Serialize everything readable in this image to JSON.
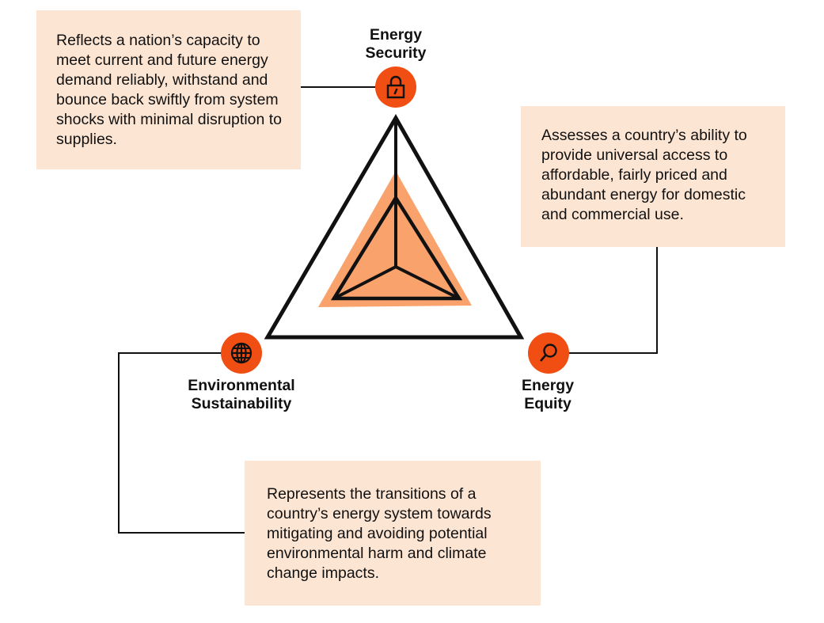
{
  "nodes": {
    "security": {
      "label": "Energy Security",
      "description": "Reflects a nation’s capacity to meet current and future energy demand reliably, withstand and bounce back swiftly from system shocks with minimal disruption to supplies.",
      "icon": "lock-icon"
    },
    "equity": {
      "label": "Energy Equity",
      "description": "Assesses a country’s ability to provide universal access to affordable, fairly priced and abundant energy for domestic and commercial use.",
      "icon": "magnifier-icon"
    },
    "sustainability": {
      "label": "Environmental Sustainability",
      "description": "Represents the transitions of a country’s energy system towards mitigating and avoiding potential environmental harm and climate change impacts.",
      "icon": "globe-icon"
    }
  },
  "colors": {
    "accent": "#f04e12",
    "fill": "#f9a26c",
    "box_background": "#fde5d3",
    "stroke": "#111111"
  }
}
